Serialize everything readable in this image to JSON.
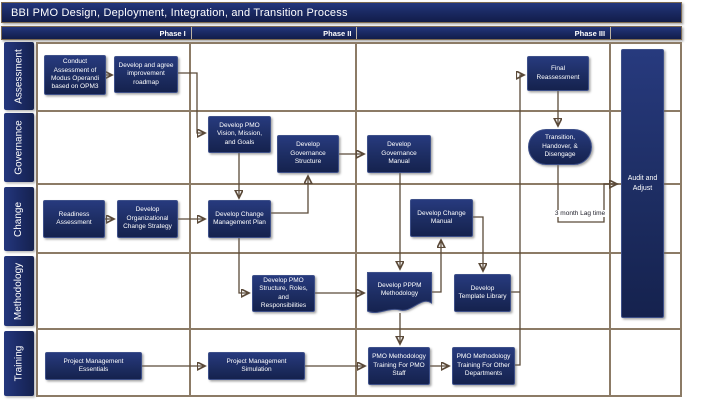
{
  "title": "BBI PMO Design, Deployment, Integration, and Transition Process",
  "phases": [
    {
      "label": "Phase I"
    },
    {
      "label": "Phase II"
    },
    {
      "label": "Phase III"
    },
    {
      "label": ""
    }
  ],
  "lanes": [
    {
      "label": "Assessment"
    },
    {
      "label": "Governance"
    },
    {
      "label": "Change"
    },
    {
      "label": "Methodology"
    },
    {
      "label": "Training"
    }
  ],
  "nodes": {
    "conduct_assessment": "Conduct Assessment of Modus Operandi based on OPM3",
    "improvement_roadmap": "Develop and agree improvement roadmap",
    "final_reassessment": "Final Reassessment",
    "pmo_vision": "Develop PMO Vision, Mission, and Goals",
    "governance_structure": "Develop Governance Structure",
    "governance_manual": "Develop Governance Manual",
    "transition_handover": "Transition, Handover, & Disengage",
    "readiness_assessment": "Readiness Assessment",
    "org_change_strategy": "Develop Organizational Change Strategy",
    "change_mgmt_plan": "Develop Change Management Plan",
    "change_manual": "Develop Change Manual",
    "pmo_structure_roles": "Develop PMO Structure, Roles, and Responsibilities",
    "pppm_methodology": "Develop PPPM Methodology",
    "template_library": "Develop Template Library",
    "pm_essentials": "Project Management Essentials",
    "pm_simulation": "Project Management Simulation",
    "training_pmo_staff": "PMO Methodology Training For PMO Staff",
    "training_other_depts": "PMO Methodology Training For Other Departments",
    "audit_adjust": "Audit and Adjust"
  },
  "annotations": {
    "lag_time": "3 month Lag time"
  },
  "colors": {
    "node_fill": "#1F3864",
    "grid_line": "#8C7B66",
    "connector": "#5B4A39",
    "background": "#FFFFFF",
    "text": "#FFFFFF"
  }
}
